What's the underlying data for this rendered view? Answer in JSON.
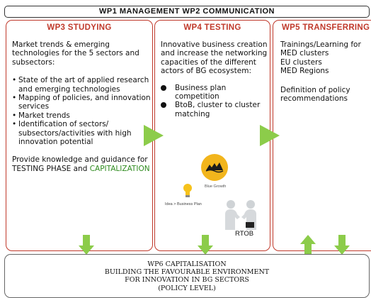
{
  "header": {
    "title": "WP1 MANAGEMENT WP2 COMMUNICATION"
  },
  "wp3": {
    "title": "WP3 STUDYING",
    "intro": "Market trends & emerging technologies for the 5 sectors and subsectors:",
    "bullets": [
      "State of the art of applied research and emerging technologies",
      "Mapping of policies, and innovation services",
      "Market trends",
      "Identification of sectors/ subsectors/activities with high innovation potential"
    ],
    "closing_prefix": "Provide knowledge and guidance for TESTING PHASE and ",
    "closing_highlight": "CAPITALIZATION"
  },
  "wp4": {
    "title": "WP4 TESTING",
    "intro": "Innovative business creation and increase the networking capacities of the different actors of BG ecosystem:",
    "bullets": [
      "Business plan competition",
      "BtoB, cluster to cluster matching"
    ],
    "logo_caption": "Blue Growth",
    "bulb_caption": "Idea > Business Plan",
    "handshake_caption": "RTOB"
  },
  "wp5": {
    "title": "WP5 TRANSFERRING",
    "lines": [
      "Trainings/Learning for",
      "MED clusters",
      "EU clusters",
      "MED Regions"
    ],
    "policy": "Definition of policy recommendations"
  },
  "wp6": {
    "lines": [
      "WP6 CAPITALISATION",
      "BUILDING THE FAVOURABLE ENVIRONMENT",
      "FOR INNOVATION IN BG SECTORS",
      "(POLICY LEVEL)"
    ]
  },
  "colors": {
    "panel_border": "#c0392b",
    "title_red": "#c0392b",
    "arrow_green": "#8ccc4a",
    "highlight_green": "#2e8b1e",
    "logo_yellow": "#f2b51c"
  }
}
